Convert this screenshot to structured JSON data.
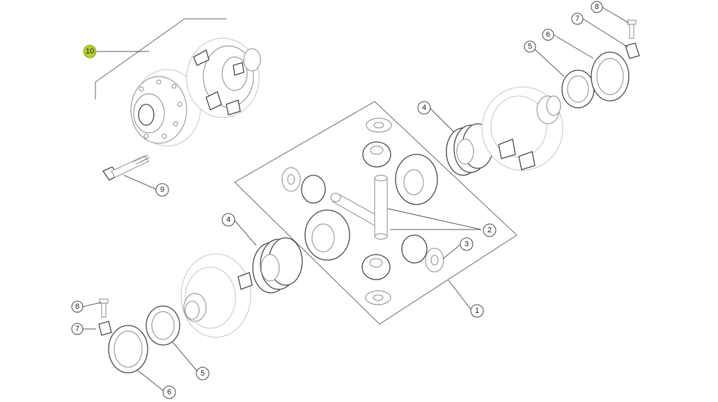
{
  "diagram": {
    "highlight_color": "#b7cf2b",
    "callouts": [
      {
        "id": "c10",
        "label": "10",
        "highlighted": true
      },
      {
        "id": "c9",
        "label": "9"
      },
      {
        "id": "c8a",
        "label": "8"
      },
      {
        "id": "c7a",
        "label": "7"
      },
      {
        "id": "c6a",
        "label": "6"
      },
      {
        "id": "c5a",
        "label": "5"
      },
      {
        "id": "c4a",
        "label": "4"
      },
      {
        "id": "c2",
        "label": "2"
      },
      {
        "id": "c3",
        "label": "3"
      },
      {
        "id": "c1",
        "label": "1"
      },
      {
        "id": "c4b",
        "label": "4"
      },
      {
        "id": "c8b",
        "label": "8"
      },
      {
        "id": "c7b",
        "label": "7"
      },
      {
        "id": "c5b",
        "label": "5"
      },
      {
        "id": "c6b",
        "label": "6"
      }
    ]
  }
}
